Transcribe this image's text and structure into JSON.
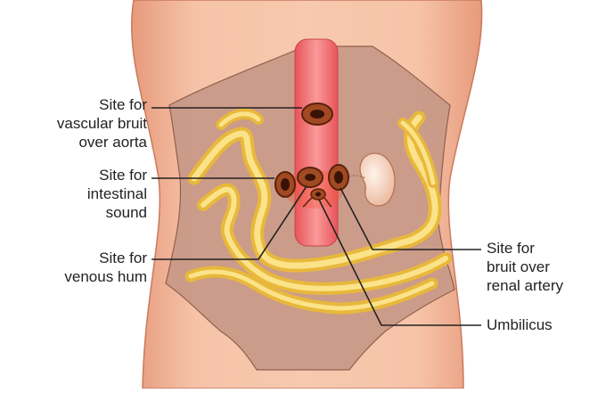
{
  "labels": {
    "vascular_bruit": [
      "Site for",
      "vascular bruit",
      "over aorta"
    ],
    "intestinal_sound": [
      "Site for",
      "intestinal",
      "sound"
    ],
    "venous_hum": [
      "Site for",
      "venous hum"
    ],
    "renal_bruit": [
      "Site for",
      "bruit over",
      "renal artery"
    ],
    "umbilicus": [
      "Umbilicus"
    ]
  },
  "colors": {
    "skin": "#f2b497",
    "skin_shadow": "#d98d70",
    "abdomen": "#c99a88",
    "aorta": "#ef6b6e",
    "intestine": "#f6d35a",
    "intestine_light": "#fcefb0",
    "site_ring": "#7a3214",
    "site_fill": "#a14a22",
    "kidney": "#f4d3bf",
    "leader": "#222222"
  }
}
